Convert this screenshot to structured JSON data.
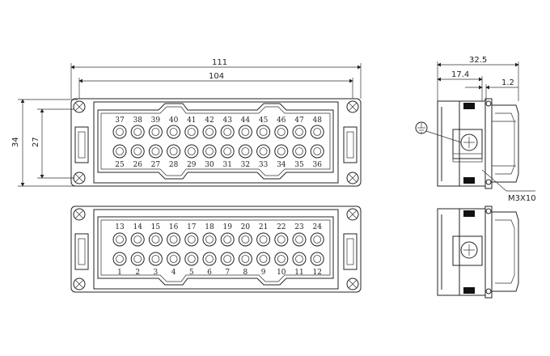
{
  "dimensions": {
    "overall_width": "111",
    "inner_width": "104",
    "overall_height": "34",
    "inner_height": "27",
    "side_depth": "32.5",
    "side_partial": "17.4",
    "side_gap": "1.2"
  },
  "screw_label": "M3X10",
  "top_insert": {
    "row1": [
      "37",
      "38",
      "39",
      "40",
      "41",
      "42",
      "43",
      "44",
      "45",
      "46",
      "47",
      "48"
    ],
    "row2": [
      "25",
      "26",
      "27",
      "28",
      "29",
      "30",
      "31",
      "32",
      "33",
      "34",
      "35",
      "36"
    ]
  },
  "bottom_insert": {
    "row1": [
      "13",
      "14",
      "15",
      "16",
      "17",
      "18",
      "19",
      "20",
      "21",
      "22",
      "23",
      "24"
    ],
    "row2": [
      "1",
      "2",
      "3",
      "4",
      "5",
      "6",
      "7",
      "8",
      "9",
      "10",
      "11",
      "12"
    ]
  },
  "icons": {
    "ground": "ground-symbol-icon"
  }
}
